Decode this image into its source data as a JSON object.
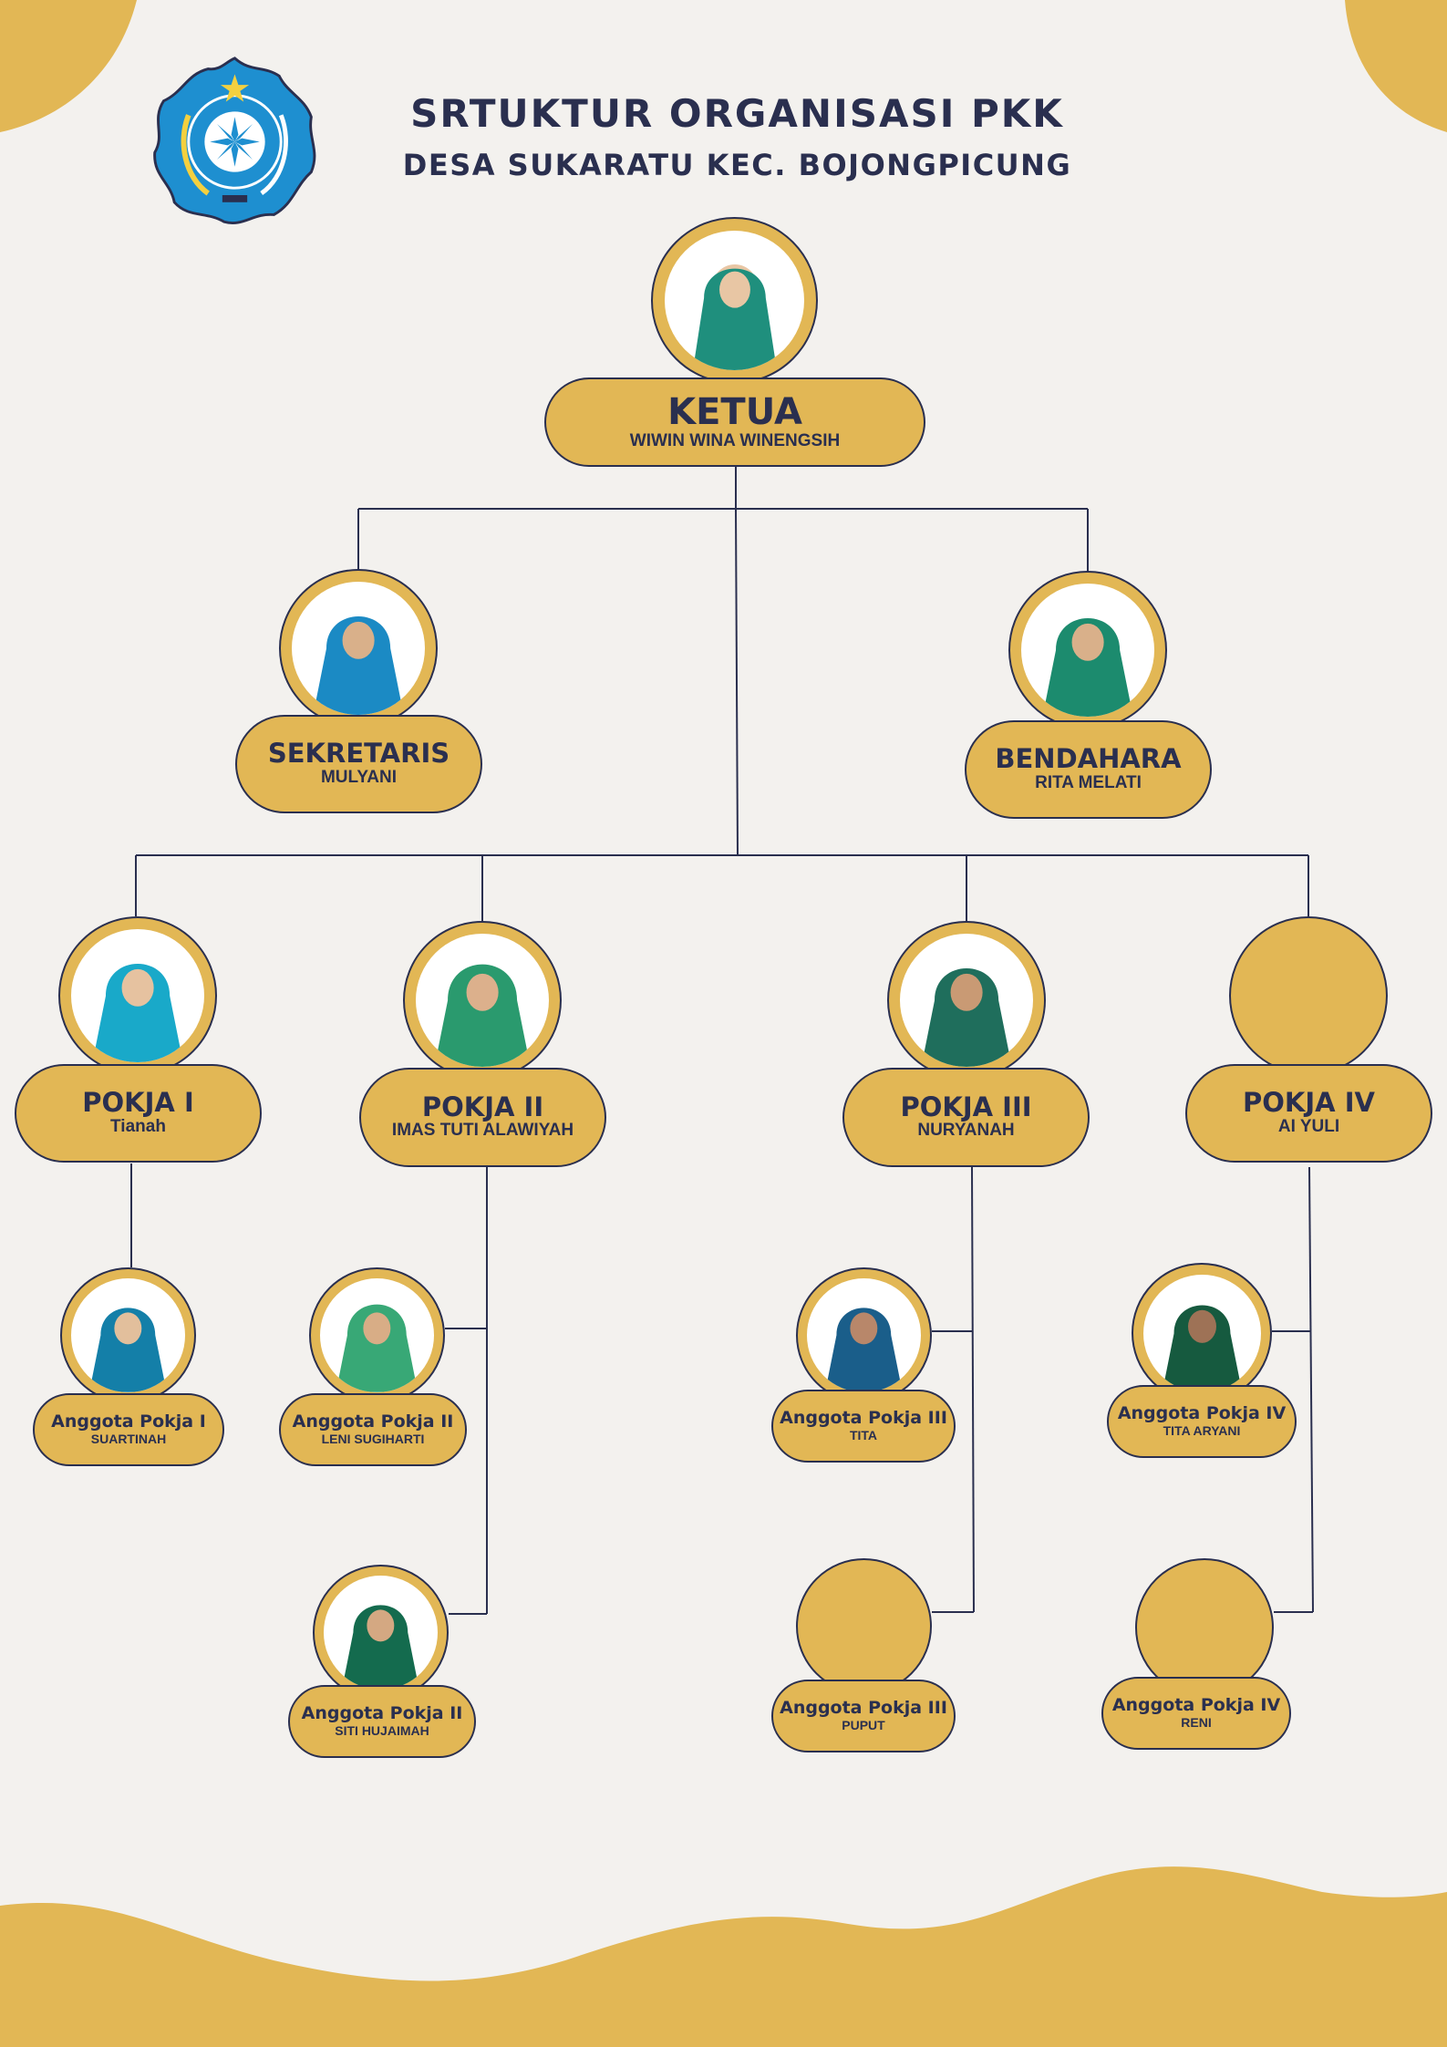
{
  "header": {
    "title": "SRTUKTUR ORGANISASI PKK",
    "subtitle": "DESA SUKARATU KEC. BOJONGPICUNG"
  },
  "colors": {
    "gold": "#e2b755",
    "navy": "#2a2f4f",
    "background": "#f3f1ee",
    "logo_blue": "#1e8fd0"
  },
  "logo": {
    "icon": "pkk-emblem-icon"
  },
  "ketua": {
    "role": "KETUA",
    "name": "WIWIN WINA WINENGSIH"
  },
  "sekretaris": {
    "role": "SEKRETARIS",
    "name": "MULYANI"
  },
  "bendahara": {
    "role": "BENDAHARA",
    "name": "RITA MELATI"
  },
  "pokja": [
    {
      "role": "POKJA I",
      "name": "Tianah",
      "members": [
        {
          "role": "Anggota Pokja I",
          "name": "SUARTINAH"
        }
      ]
    },
    {
      "role": "POKJA II",
      "name": "IMAS TUTI ALAWIYAH",
      "members": [
        {
          "role": "Anggota Pokja II",
          "name": "LENI SUGIHARTI"
        },
        {
          "role": "Anggota Pokja II",
          "name": "SITI HUJAIMAH"
        }
      ]
    },
    {
      "role": "POKJA III",
      "name": "NURYANAH",
      "members": [
        {
          "role": "Anggota Pokja III",
          "name": "TITA"
        },
        {
          "role": "Anggota Pokja III",
          "name": "PUPUT"
        }
      ]
    },
    {
      "role": "POKJA IV",
      "name": "AI YULI",
      "members": [
        {
          "role": "Anggota Pokja IV",
          "name": "TITA ARYANI"
        },
        {
          "role": "Anggota Pokja IV",
          "name": "RENI"
        }
      ]
    }
  ]
}
